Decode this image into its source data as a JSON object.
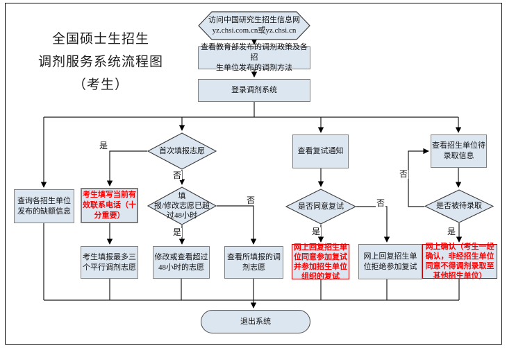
{
  "title": {
    "line1": "全国硕士生招生",
    "line2": "调剂服务系统流程图",
    "line3": "（考生）"
  },
  "labels": {
    "yes": "是",
    "no": "否"
  },
  "colors": {
    "node_fill": "#dce6f1",
    "node_border": "#7f7f7f",
    "line": "#000000",
    "red_text": "#fe0000",
    "red_border": "#c00000"
  },
  "nodes": {
    "visit": {
      "shape": "hexagon",
      "text": "访问中国研究生招生信息网\nyz.chsi.com.cn或yz.chsi.cn"
    },
    "policy": {
      "shape": "rect",
      "text": "查看教育部发布的调剂政策及各招\n生单位发布的调剂方法"
    },
    "login": {
      "shape": "rect",
      "text": "登录调剂系统"
    },
    "quota": {
      "shape": "rect",
      "text": "查询各招生单位\n发布的缺额信息"
    },
    "phone": {
      "shape": "rect",
      "emphasis": "red",
      "text": "考生填写当前有\n效联系电话（十\n分重要）"
    },
    "first_time": {
      "shape": "diamond",
      "text": "首次填报志愿"
    },
    "over48": {
      "shape": "diamond",
      "text": "填\n报/修改志愿已超\n过48小时"
    },
    "notice": {
      "shape": "rect",
      "text": "查看复试通知"
    },
    "agree_retest": {
      "shape": "diamond",
      "text": "是否同意复试"
    },
    "pending_info": {
      "shape": "rect",
      "text": "查看招生单位待\n录取信息"
    },
    "is_pending": {
      "shape": "diamond",
      "text": "是否被待录取"
    },
    "three_wishes": {
      "shape": "rect",
      "text": "考生填报最多三\n个平行调剂志愿"
    },
    "modify_48": {
      "shape": "rect",
      "text": "修改或查看超过\n48小时的志愿"
    },
    "view_wishes": {
      "shape": "rect",
      "text": "查看所填报的调\n剂志愿"
    },
    "reply_agree": {
      "shape": "rect",
      "emphasis": "red",
      "text": "网上回复招生单\n位同意参加复试\n并参加招生单位\n组织的复试"
    },
    "reply_refuse": {
      "shape": "rect",
      "text": "网上回复招生单\n位拒绝参加复试"
    },
    "confirm": {
      "shape": "rect",
      "emphasis": "red",
      "text": "网上确认（考生一经\n确认，非经招生单位\n同意不得调剂录取至\n其他招生单位）"
    },
    "exit": {
      "shape": "oval",
      "text": "退出系统"
    }
  }
}
